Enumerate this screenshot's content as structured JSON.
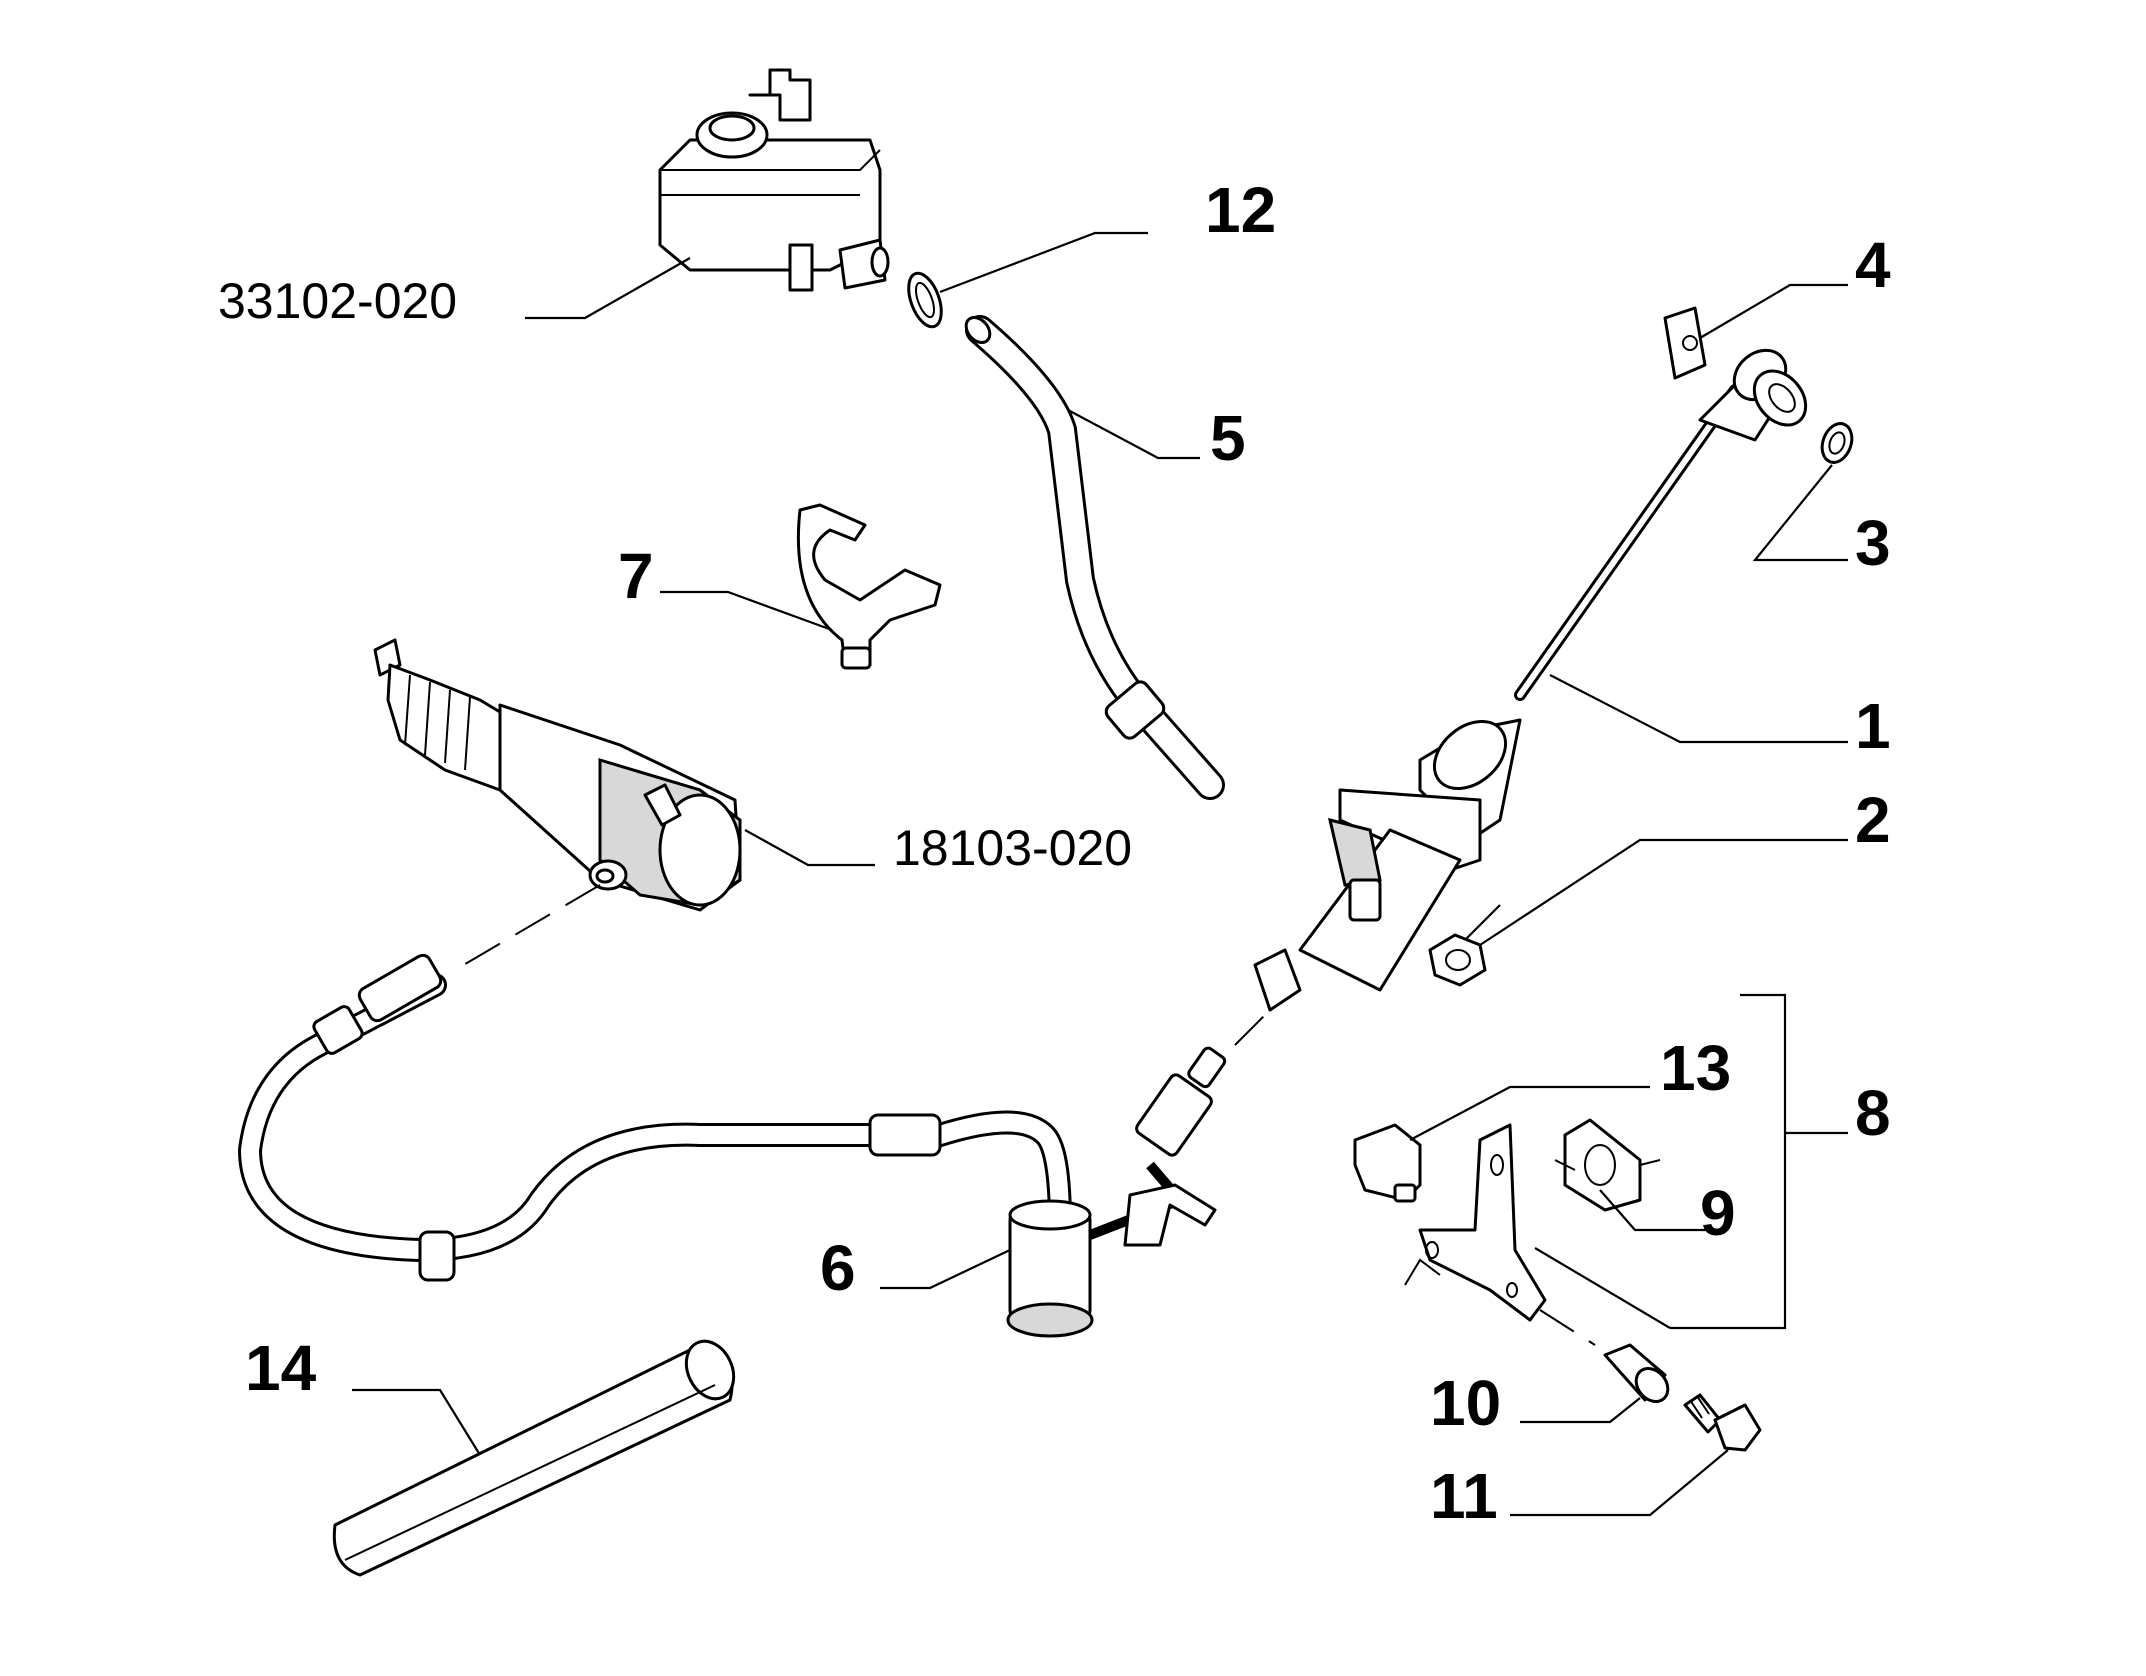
{
  "diagram": {
    "labels": {
      "l1": "1",
      "l2": "2",
      "l3": "3",
      "l4": "4",
      "l5": "5",
      "l6": "6",
      "l7": "7",
      "l8": "8",
      "l9": "9",
      "l10": "10",
      "l11": "11",
      "l12": "12",
      "l13": "13",
      "l14": "14",
      "ref_reservoir": "33102-020",
      "ref_slave": "18103-020"
    }
  }
}
